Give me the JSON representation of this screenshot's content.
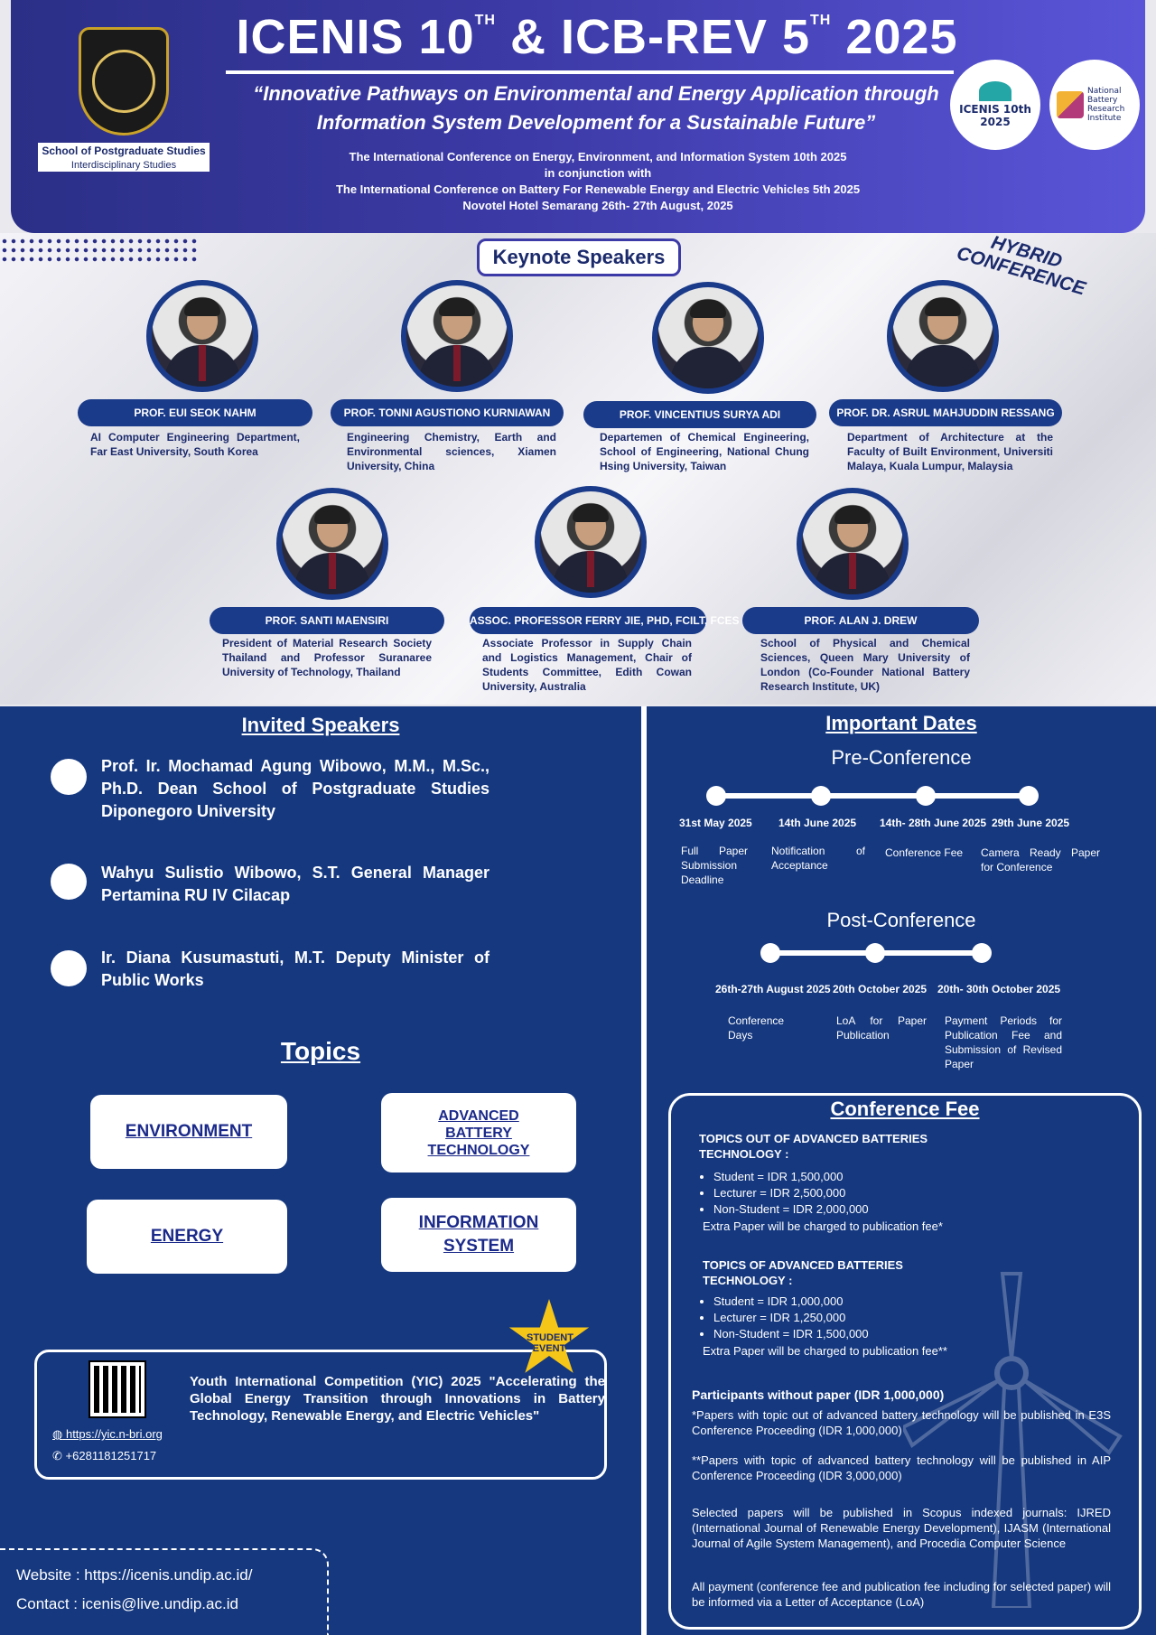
{
  "header": {
    "title_part1": "ICENIS 10",
    "title_sup1": "TH",
    "title_part2": "& ICB-REV 5",
    "title_sup2": "TH",
    "title_year": "2025",
    "tagline_line1": "“Innovative Pathways on Environmental and Energy Application through",
    "tagline_line2": "Information System Development for a Sustainable Future”",
    "conf_line1": "The International Conference on Energy, Environment, and Information System 10th 2025",
    "conf_line2": "in conjunction with",
    "conf_line3": "The International Conference on Battery For Renewable Energy and Electric Vehicles 5th 2025",
    "conf_line4": "Novotel Hotel Semarang 26th- 27th August, 2025",
    "school_name": "School of Postgraduate Studies",
    "school_sub": "Interdisciplinary Studies",
    "icenis_badge_line1": "ICENIS 10th",
    "icenis_badge_line2": "2025",
    "nbri_text": "National Battery Research Institute"
  },
  "keynote": {
    "title": "Keynote Speakers",
    "hybrid_line1": "HYBRID",
    "hybrid_line2": "CONFERENCE",
    "speakers": [
      {
        "name": "PROF. EUI SEOK NAHM",
        "affil": "AI Computer Engineering Department, Far East University, South Korea"
      },
      {
        "name": "PROF. TONNI AGUSTIONO KURNIAWAN",
        "affil": "Engineering Chemistry, Earth and Environmental sciences, Xiamen University, China"
      },
      {
        "name": "PROF. VINCENTIUS SURYA ADI",
        "affil": "Departemen of Chemical Engineering, School of Engineering, National Chung Hsing University, Taiwan"
      },
      {
        "name": "PROF. DR. ASRUL MAHJUDDIN RESSANG",
        "affil": "Department of Architecture at the Faculty of Built Environment, Universiti Malaya, Kuala Lumpur, Malaysia"
      },
      {
        "name": "PROF. SANTI MAENSIRI",
        "affil": "President of Material Research Society Thailand and Professor Suranaree University of Technology, Thailand"
      },
      {
        "name": "ASSOC. PROFESSOR FERRY JIE, PHD, FCILT, FCES",
        "affil": "Associate Professor in Supply Chain and Logistics Management, Chair of Students Committee, Edith Cowan University, Australia"
      },
      {
        "name": "PROF. ALAN J. DREW",
        "affil": "School of Physical and Chemical Sciences, Queen Mary University of London (Co-Founder National Battery Research Institute, UK)"
      }
    ]
  },
  "invited": {
    "title": "Invited Speakers",
    "speakers": [
      {
        "text": "Prof. Ir. Mochamad Agung Wibowo, M.M., M.Sc., Ph.D. Dean School of Postgraduate Studies Diponegoro University"
      },
      {
        "text": "Wahyu Sulistio Wibowo, S.T. General Manager Pertamina RU IV Cilacap"
      },
      {
        "text": "Ir. Diana Kusumastuti, M.T. Deputy Minister of Public Works"
      }
    ]
  },
  "topics": {
    "title": "Topics",
    "items": [
      "ENVIRONMENT",
      "ADVANCED BATTERY TECHNOLOGY",
      "ENERGY",
      "INFORMATION SYSTEM"
    ]
  },
  "yic": {
    "star_label": "STUDENT EVENT",
    "website": "https://yic.n-bri.org",
    "phone": "+6281181251717",
    "text": "Youth International Competition (YIC) 2025 \"Accelerating the Global Energy Transition through Innovations in Battery Technology, Renewable Energy, and Electric Vehicles\""
  },
  "contact": {
    "website": "Website  : https://icenis.undip.ac.id/",
    "email": "Contact : icenis@live.undip.ac.id"
  },
  "dates": {
    "title": "Important Dates",
    "pre_title": "Pre-Conference",
    "post_title": "Post-Conference",
    "pre": [
      {
        "date": "31st May 2025",
        "desc": "Full Paper Submission Deadline"
      },
      {
        "date": "14th June 2025",
        "desc": "Notification of Acceptance"
      },
      {
        "date": "14th- 28th June 2025",
        "desc": "Conference Fee"
      },
      {
        "date": "29th June 2025",
        "desc": "Camera Ready Paper for Conference"
      }
    ],
    "post": [
      {
        "date": "26th-27th August 2025",
        "desc": "Conference Days"
      },
      {
        "date": "20th October 2025",
        "desc": "LoA for Paper Publication"
      },
      {
        "date": "20th- 30th October 2025",
        "desc": "Payment Periods for Publication Fee and Submission of Revised Paper"
      }
    ]
  },
  "fee": {
    "title": "Conference Fee",
    "group1_head": "TOPICS OUT OF ADVANCED BATTERIES TECHNOLOGY :",
    "group1": [
      "Student = IDR 1,500,000",
      "Lecturer = IDR 2,500,000",
      "Non-Student = IDR 2,000,000"
    ],
    "group1_note": "Extra Paper will be charged to publication fee*",
    "group2_head": "TOPICS OF ADVANCED BATTERIES TECHNOLOGY :",
    "group2": [
      "Student = IDR 1,000,000",
      "Lecturer = IDR 1,250,000",
      "Non-Student = IDR 1,500,000"
    ],
    "group2_note": "Extra Paper will be charged to publication fee**",
    "no_paper": "Participants without paper (IDR 1,000,000)",
    "note1": "*Papers with topic out of advanced battery technology will be published in E3S Conference Proceeding (IDR 1,000,000)",
    "note2": "**Papers with topic of advanced battery technology will be published in AIP Conference Proceeding (IDR 3,000,000)",
    "scopus": "Selected papers will be published in Scopus indexed journals: IJRED (International Journal of Renewable Energy Development), IJASM (International Journal of Agile System Management), and Procedia Computer Science",
    "payment": "All payment (conference fee and publication fee including for selected paper) will be informed via a Letter of Acceptance (LoA)"
  }
}
